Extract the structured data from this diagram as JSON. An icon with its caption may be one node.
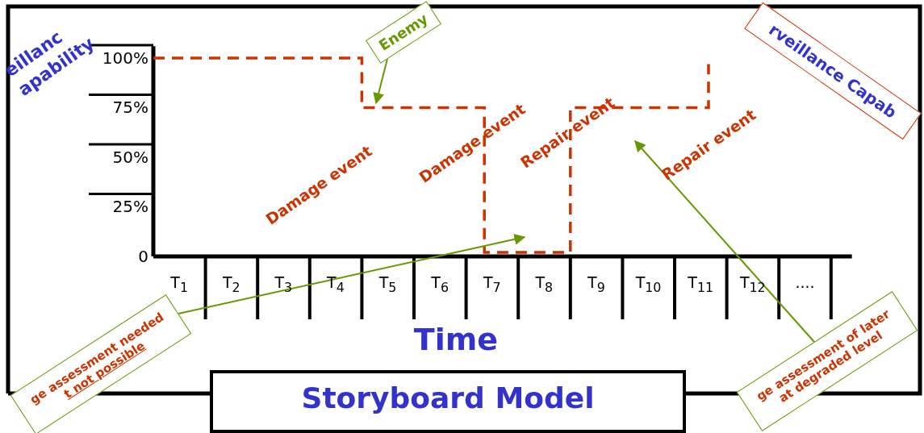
{
  "diagram": {
    "nodes": [
      {
        "text": [
          "Enemy"
        ]
      },
      {
        "text": [
          "rveillance Capab"
        ]
      },
      {
        "text": [
          "ge assessment needed",
          "t not possible"
        ]
      },
      {
        "text": [
          "ge assessment of later",
          "at degraded level"
        ]
      },
      {
        "text": [
          "Storyboard Model"
        ]
      }
    ],
    "edges": [
      {
        "from": 0,
        "to": null,
        "arrow": "to"
      },
      {
        "from": 2,
        "to": null,
        "arrow": "to"
      },
      {
        "from": 3,
        "to": null,
        "arrow": "to"
      }
    ],
    "labels": [
      "eillanc apability",
      "Damage event",
      "Damage event",
      "Repair event",
      "Repair event"
    ],
    "chart_data": {
      "type": "line",
      "xlabel": "Time",
      "x": [
        0,
        4,
        4,
        6.35,
        6.35,
        8,
        8,
        10.65,
        10.65
      ],
      "series": [
        {
          "color": "#cc3300",
          "line_style": "dashed",
          "values": [
            100,
            100,
            75,
            75,
            2,
            2,
            75,
            75,
            97
          ]
        }
      ],
      "xlim": [
        0,
        13.4
      ],
      "ylim": [
        0,
        106
      ],
      "yticks": [
        {
          "value": 100,
          "label": "100%"
        },
        {
          "value": 75,
          "label": "75%"
        },
        {
          "value": 50,
          "label": "50%"
        },
        {
          "value": 25,
          "label": "25%"
        },
        {
          "value": 0,
          "label": "0"
        }
      ],
      "xticks": [
        {
          "value": 0.5,
          "label": "T$_{1}$"
        },
        {
          "value": 1.5,
          "label": "T$_{2}$"
        },
        {
          "value": 2.5,
          "label": "T$_{3}$"
        },
        {
          "value": 3.5,
          "label": "T$_{4}$"
        },
        {
          "value": 4.5,
          "label": "T$_{5}$"
        },
        {
          "value": 5.5,
          "label": "T$_{6}$"
        },
        {
          "value": 6.5,
          "label": "T$_{7}$"
        },
        {
          "value": 7.5,
          "label": "T$_{8}$"
        },
        {
          "value": 8.5,
          "label": "T$_{9}$"
        },
        {
          "value": 9.5,
          "label": "T$_{10}$"
        },
        {
          "value": 10.5,
          "label": "T$_{11}$"
        },
        {
          "value": 11.5,
          "label": "T$_{12}$"
        },
        {
          "value": 12.5,
          "label": "...."
        }
      ]
    }
  }
}
